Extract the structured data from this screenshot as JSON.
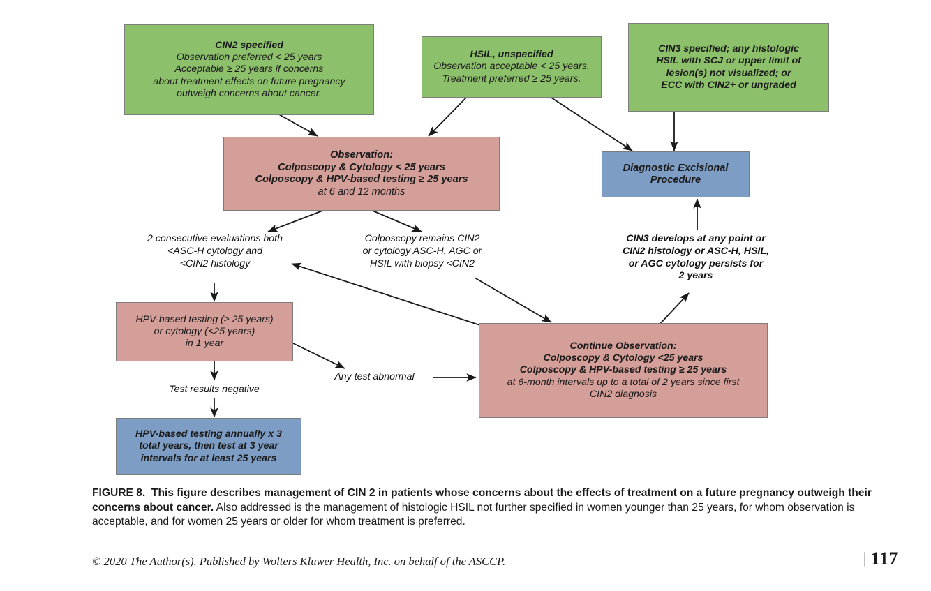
{
  "colors": {
    "green": "#8dc06a",
    "rose": "#d49e99",
    "blue": "#7e9dc4",
    "border": "#7d7d7d",
    "arrow": "#1a1a1a",
    "text": "#1a1a1a"
  },
  "diagram": {
    "nodes": {
      "cin2_specified": {
        "type": "green",
        "lines": [
          "CIN2 specified",
          "Observation preferred < 25 years",
          "Acceptable ≥ 25 years if concerns",
          "about treatment effects on future pregnancy",
          "outweigh concerns about cancer."
        ]
      },
      "hsil_unspecified": {
        "type": "green",
        "lines": [
          "HSIL, unspecified",
          "Observation acceptable < 25 years.",
          "Treatment preferred ≥ 25 years."
        ]
      },
      "cin3_specified": {
        "type": "green",
        "lines": [
          "CIN3 specified; any histologic",
          "HSIL with SCJ or upper limit of",
          "lesion(s) not visualized; or",
          "ECC with CIN2+ or ungraded"
        ]
      },
      "observation": {
        "type": "rose",
        "lines": [
          "Observation:",
          "Colposcopy & Cytology < 25 years",
          "Colposcopy & HPV-based testing ≥ 25 years",
          "at 6 and 12 months"
        ]
      },
      "diagnostic_excisional": {
        "type": "blue",
        "lines": [
          "Diagnostic Excisional",
          "Procedure"
        ]
      },
      "hpv_testing_1yr": {
        "type": "rose",
        "lines": [
          "HPV-based testing (≥ 25 years)",
          "or cytology (<25 years)",
          "in 1 year"
        ]
      },
      "continue_observation": {
        "type": "rose",
        "lines": [
          "Continue Observation:",
          "Colposcopy & Cytology <25 years",
          "Colposcopy & HPV-based testing ≥ 25 years",
          "at 6-month intervals up to a total of 2 years since first",
          "CIN2 diagnosis"
        ]
      },
      "hpv_annual_surveillance": {
        "type": "blue",
        "lines": [
          "HPV-based testing annually x 3",
          "total years, then test  at 3 year",
          "intervals for at least 25 years"
        ]
      }
    },
    "edge_labels": {
      "two_consecutive": "2 consecutive evaluations both\n<ASC-H cytology and\n<CIN2 histology",
      "colposcopy_remains": "Colposcopy remains CIN2\nor cytology ASC-H, AGC or\nHSIL with biopsy <CIN2",
      "cin3_develops": "CIN3 develops at any point or\nCIN2 histology or ASC-H, HSIL,\nor AGC cytology persists for\n2 years",
      "test_results_negative": "Test results negative",
      "any_test_abnormal": "Any test abnormal"
    }
  },
  "caption": {
    "figure_label": "FIGURE 8.",
    "bold_text": "This figure describes management of CIN 2 in patients whose concerns about the effects of treatment on a future pregnancy outweigh their concerns about cancer.",
    "rest_text": " Also addressed is the management of histologic HSIL not further specified in women younger than 25 years, for whom observation is acceptable, and for women 25 years or older for whom treatment is preferred."
  },
  "footer": {
    "copyright": "© 2020 The Author(s). Published by Wolters Kluwer Health, Inc. on behalf of the ASCCP.",
    "page_separator": "|",
    "page_number": "117"
  }
}
